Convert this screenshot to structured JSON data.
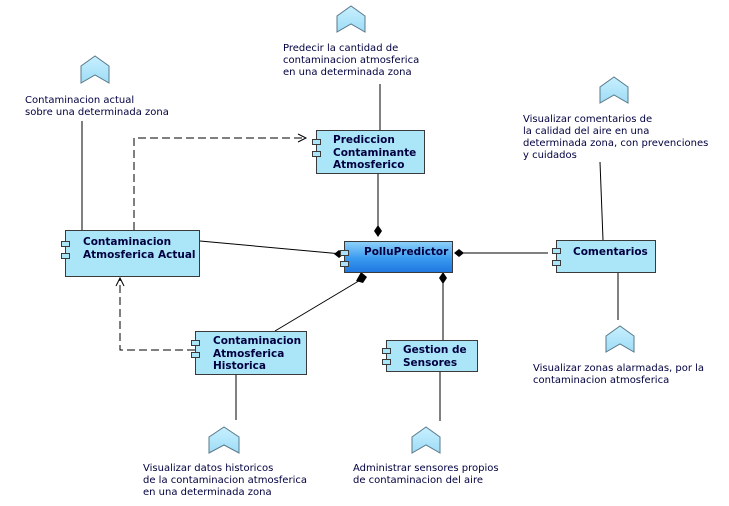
{
  "components": {
    "prediccion": "Prediccion\nContaminante\nAtmosferico",
    "actual": "Contaminacion\nAtmosferica Actual",
    "pollu": "PolluPredictor",
    "comentarios": "Comentarios",
    "historica": "Contaminacion\nAtmosferica\nHistorica",
    "sensores": "Gestion de\nSensores"
  },
  "notes": {
    "predecir": "Predecir la cantidad de\ncontaminacion atmosferica\nen una determinada zona",
    "actual": "Contaminacion actual\nsobre una determinada zona",
    "comentarios": "Visualizar comentarios de\nla calidad del aire en una\ndeterminada zona, con prevenciones\ny cuidados",
    "zonas": "Visualizar zonas alarmadas, por la\ncontaminacion atmosferica",
    "historicos": "Visualizar datos historicos\nde la contaminacion atmosferica\nen una determinada zona",
    "sensores": "Administrar sensores propios\nde contaminacion del aire"
  },
  "colors": {
    "component_fill": "#aae6f8",
    "main_gradient_top": "#8cd0f8",
    "main_gradient_bottom": "#1f78e0",
    "line": "#000000",
    "text": "#000040"
  }
}
